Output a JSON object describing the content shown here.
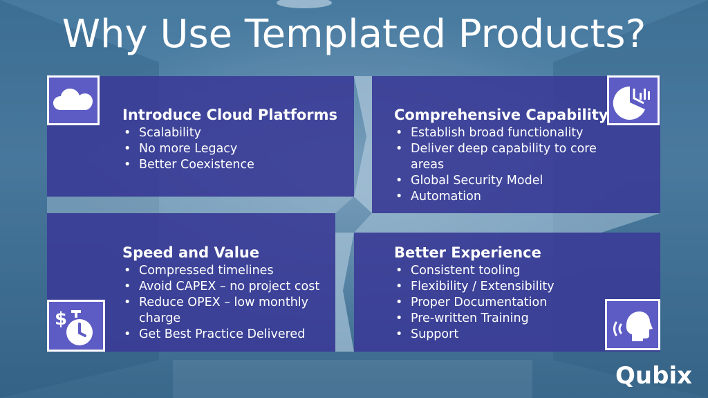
{
  "slide": {
    "title": "Why Use Templated Products?",
    "logo_text": "Qubix"
  },
  "cards": [
    {
      "heading": "Introduce Cloud Platforms",
      "icon": "cloud-icon",
      "bullets": [
        "Scalability",
        "No more Legacy",
        "Better Coexistence"
      ]
    },
    {
      "heading": "Comprehensive Capability",
      "icon": "pie-chart-icon",
      "bullets": [
        "Establish broad functionality",
        "Deliver deep capability to core areas",
        "Global Security Model",
        "Automation"
      ]
    },
    {
      "heading": "Speed and Value",
      "icon": "stopwatch-dollar-icon",
      "bullets": [
        "Compressed timelines",
        "Avoid CAPEX – no project cost",
        "Reduce OPEX – low monthly charge",
        "Get Best Practice Delivered"
      ]
    },
    {
      "heading": "Better Experience",
      "icon": "speaking-head-icon",
      "bullets": [
        "Consistent tooling",
        "Flexibility / Extensibility",
        "Proper Documentation",
        "Pre-written Training",
        "Support"
      ]
    }
  ],
  "colors": {
    "card_fill": "#3a3a96",
    "icon_fill": "#5d5bc4",
    "text": "#ffffff"
  }
}
